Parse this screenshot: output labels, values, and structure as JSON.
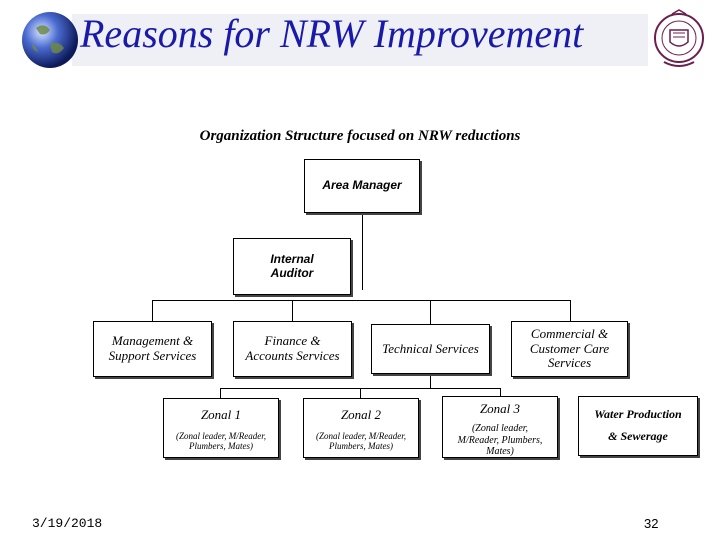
{
  "title": "Reasons for NRW Improvement",
  "subtitle": "Organization Structure  focused on NRW reductions",
  "nodes": {
    "area_manager": "Area Manager",
    "internal_auditor": "Internal\nAuditor",
    "management_support": "Management &\nSupport Services",
    "finance_accounts": "Finance &\nAccounts Services",
    "technical_services": "Technical Services",
    "commercial_customer": "Commercial &\nCustomer Care\nServices",
    "water_production": "Water Production\n& Sewerage"
  },
  "zones": [
    {
      "name": "Zonal 1",
      "detail": "(Zonal leader, M/Reader,\nPlumbers, Mates)"
    },
    {
      "name": "Zonal 2",
      "detail": "(Zonal leader, M/Reader,\nPlumbers, Mates)"
    },
    {
      "name": "Zonal 3",
      "detail": "(Zonal leader,\nM/Reader, Plumbers,\nMates)"
    }
  ],
  "footer": {
    "date": "3/19/2018",
    "page_number": "32"
  },
  "colors": {
    "title": "#1a1aa8",
    "title_band": "#eef0f6"
  },
  "icons": [
    "globe-icon",
    "university-crest-icon"
  ]
}
